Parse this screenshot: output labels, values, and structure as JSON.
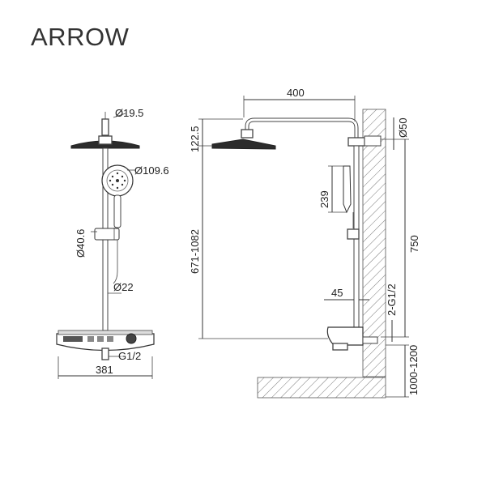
{
  "brand": "ARROW",
  "front": {
    "d_top": "Ø19.5",
    "d_hand": "Ø109.6",
    "d_slider": "Ø40.6",
    "d_pipe": "Ø22",
    "thread": "G1/2",
    "width": "381"
  },
  "side": {
    "arm": "400",
    "drop": "122.5",
    "hand_len": "239",
    "range": "671-1082",
    "offset": "45",
    "wall_d": "Ø50",
    "bracket": "750",
    "inlets": "2-G1/2",
    "install": "1000-1200"
  }
}
